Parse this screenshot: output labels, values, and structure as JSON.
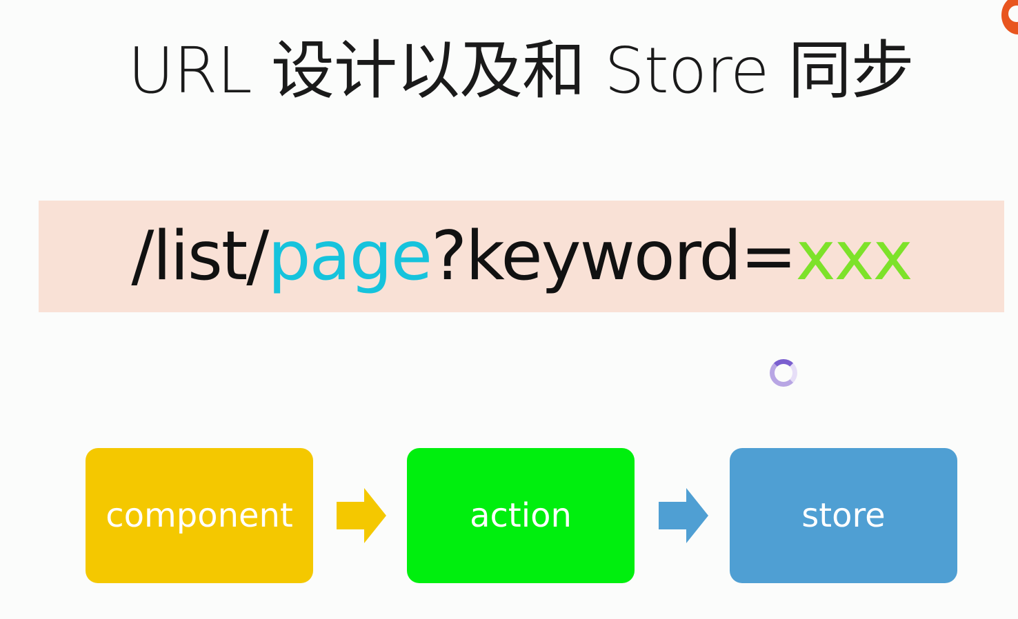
{
  "slide": {
    "title": "URL 设计以及和 Store 同步",
    "url": {
      "prefix": "/list/",
      "page": "page",
      "middle": "?keyword=",
      "value": "xxx"
    },
    "flow": {
      "component_label": "component",
      "action_label": "action",
      "store_label": "store"
    },
    "colors": {
      "url_band": "#f9e1d6",
      "url_page": "#16c3dc",
      "url_value": "#7de22a",
      "component_box": "#f4c800",
      "action_box": "#00ef0e",
      "store_box": "#4f9fd3",
      "arrow_1": "#f4c800",
      "arrow_2": "#4f9fd3"
    },
    "icons": {
      "loading": "loading-spinner-icon",
      "corner": "corner-logo-icon",
      "arrow": "arrow-right-icon"
    }
  }
}
